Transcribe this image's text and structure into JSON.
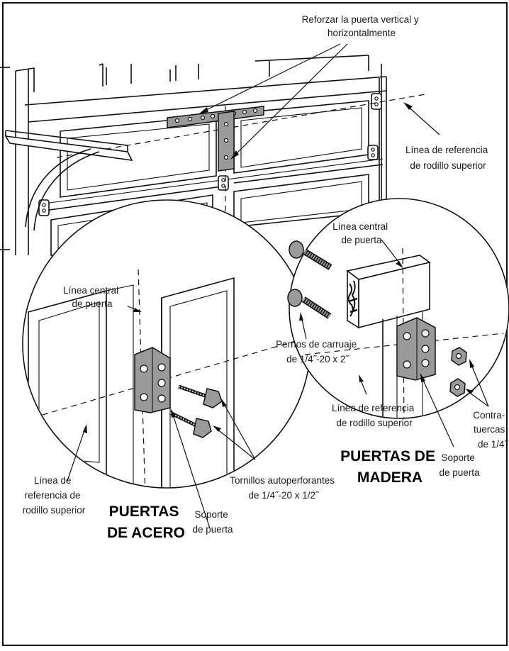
{
  "labels": {
    "reinforce": [
      "Reforzar la puerta vertical y",
      "horizontalmente"
    ],
    "top_roller_ref_top": [
      "Línea de referencia",
      "de rodillo superior"
    ],
    "door_centerline_wood": [
      "Línea central",
      "de puerta"
    ],
    "door_centerline_steel": [
      "Línea central",
      "de puerta"
    ],
    "carriage_bolts": [
      "Pernos de carruaje",
      "de 1/4˝-20 x 2˝"
    ],
    "top_roller_ref_wood": [
      "Línea de referencia",
      "de rodillo superior"
    ],
    "lock_nuts": [
      "Contra-",
      "tuercas",
      "de 1/4˝"
    ],
    "top_roller_ref_steel": [
      "Línea de",
      "referencia de",
      "rodillo superior"
    ],
    "self_tapping_screws": [
      "Tornillos autoperforantes",
      "de 1/4˝-20 x 1/2˝"
    ],
    "bracket_steel": [
      "Soporte",
      "de puerta"
    ],
    "bracket_wood": [
      "Soporte",
      "de puerta"
    ]
  },
  "headings": {
    "steel_doors": [
      "PUERTAS",
      "DE ACERO"
    ],
    "wood_doors": [
      "PUERTAS DE",
      "MADERA"
    ]
  }
}
